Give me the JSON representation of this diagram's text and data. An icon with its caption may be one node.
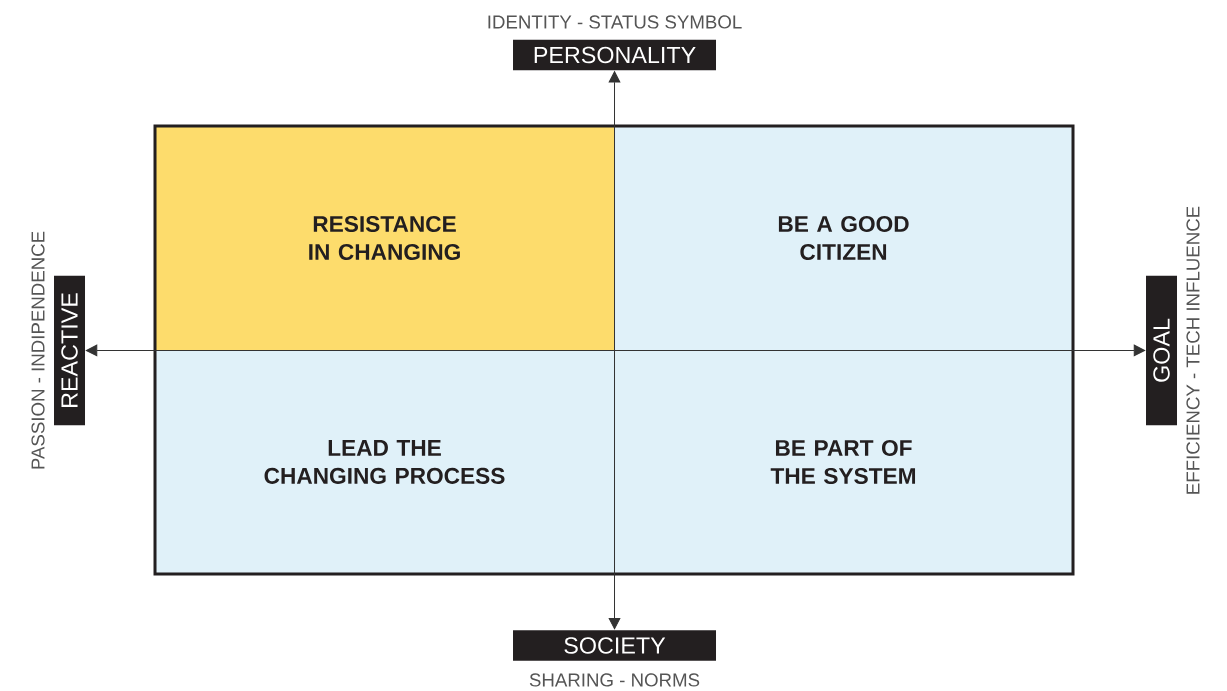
{
  "diagram": {
    "nodes": [
      {
        "text": [
          "PERSONALITY"
        ],
        "beside": [
          "IDENTITY - STATUS SYMBOL"
        ]
      },
      {
        "text": [
          "REACTIVE"
        ],
        "beside": [
          "PASSION - INDIPENDENCE"
        ]
      },
      {
        "text": [
          "RESISTANCE IN CHANGING"
        ]
      },
      {
        "text": [
          "BE A GOOD CITIZEN"
        ]
      },
      {
        "text": [
          "LEAD THE CHANGING PROCESS"
        ]
      },
      {
        "text": [
          "BE PART OF THE SYSTEM"
        ]
      },
      {
        "text": [
          "GOAL"
        ],
        "beside": [
          "EFFICIENCY - TECH INFLUENCE"
        ]
      },
      {
        "text": [
          "SOCIETY"
        ],
        "beside": [
          "SHARING - NORMS"
        ]
      }
    ],
    "edges": [
      {
        "from": 7,
        "to": 0,
        "arrow": "both"
      },
      {
        "from": 1,
        "to": 6,
        "arrow": "both"
      }
    ]
  }
}
